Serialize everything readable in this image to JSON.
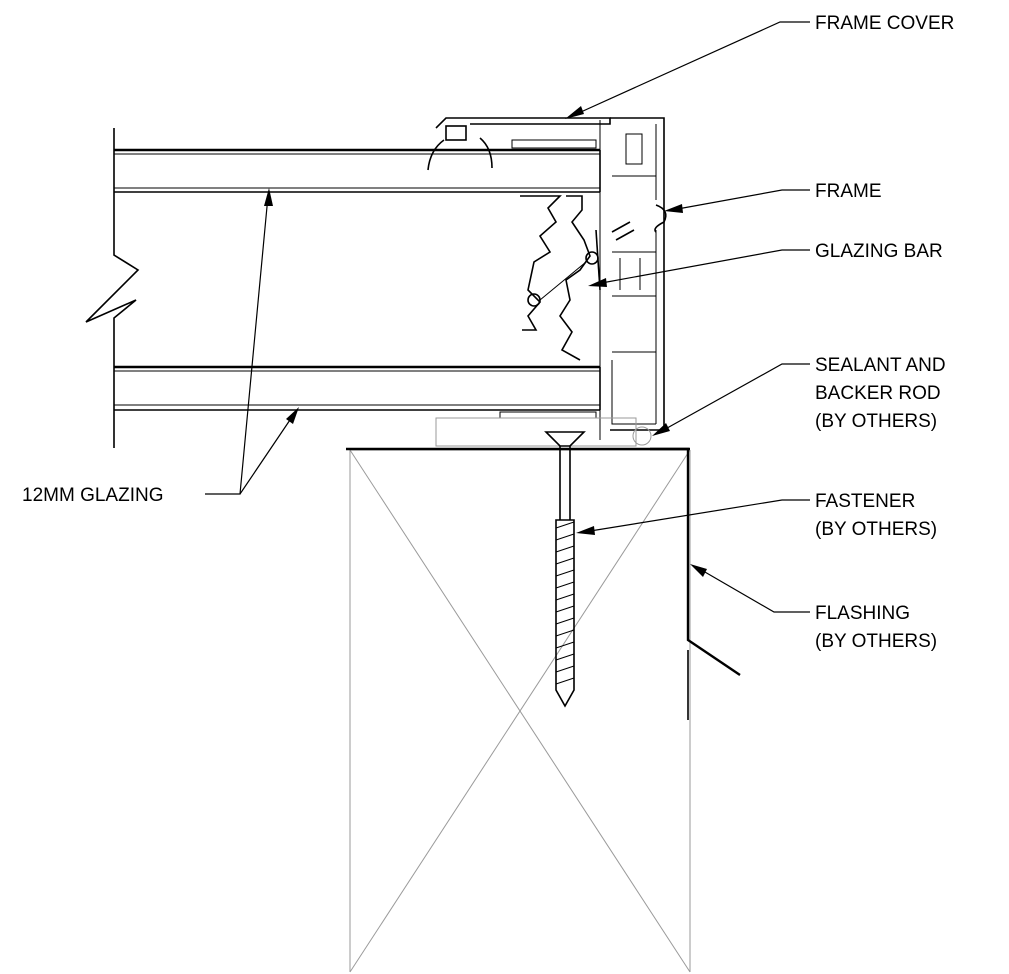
{
  "labels": {
    "frame_cover": "FRAME COVER",
    "frame": "FRAME",
    "glazing_bar": "GLAZING BAR",
    "sealant_line1": "SEALANT AND",
    "sealant_line2": "BACKER ROD",
    "sealant_line3": "(BY OTHERS)",
    "fastener_line1": "FASTENER",
    "fastener_line2": "(BY OTHERS)",
    "flashing_line1": "FLASHING",
    "flashing_line2": "(BY OTHERS)",
    "glazing": "12MM GLAZING"
  }
}
